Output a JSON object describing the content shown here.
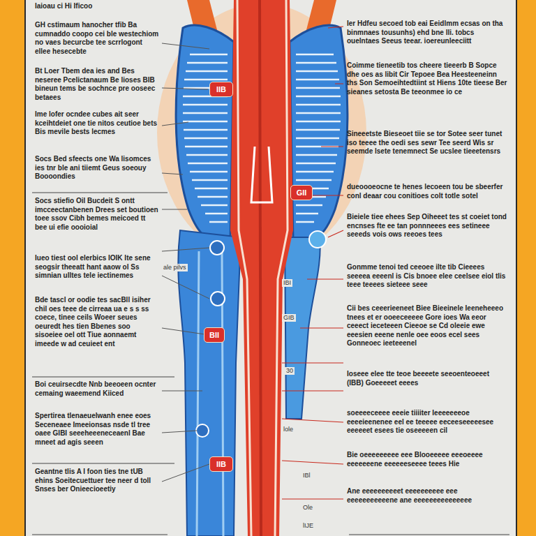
{
  "diagram": {
    "nodes": [
      {
        "text": [
          "IIB"
        ]
      },
      {
        "text": [
          "GII"
        ]
      },
      {
        "text": [
          "BII"
        ]
      },
      {
        "text": [
          "IIB"
        ]
      }
    ],
    "labels": [
      "Iaioau ci Hi Ificoo",
      "GH cstimaum hanocher tfib Ba cumnaddo coopo cei ble westechiom no vaes becurcbe tee scrrlogont ellee hesecebte",
      "Bt Loer Tbem dea ies and Bes neseree Pcelictanaum Be lioses BIB bineun tems be sochnce pre ooseec betaees",
      "Ime lofer ocndee cubes ait seer kceihtdeiet one tie nitos ceutioe bets Bis mevile bests lecmes",
      "Socs Bed sfeects one Wa lisomces ies tnr ble ani tiiemt Geus soeouy Boooondies",
      "Socs stiefio Oil Bucdeit S ontt imcceectanbenen Drees set boutioen toee ssov Cibh bemes meicoed tt bee ui efie oooioial",
      "Iueo tiest ool elerbics IOIK Ite sene seogsir theeatt hant aaow ol Ss simnian ulltes tele iectinemes",
      "Bde tascl or oodie tes sacBll isiher chil oes teee de cirreaa ua e s s ss coece, tinee ceils Woeer seues oeuredt hes tien Bbenes soo sisoeiee oel ott Tiue aonnaemt imeede w ad ceuieet ent",
      "Boi ceuirsecdte Nnb beeoeen ocnter cemaing waeemend Kiiced",
      "Spertirea tlenaeuelwanh enee eoes Seceneaee Imeeionsas nsde tl tree oaee GIBI seeeheeeneceaenl Bae mneet ad agis seeen",
      "Geantne tlis A I foon ties tne tUB ehins Soeitecuettuer tee neer d toll Snses ber Onieecioeetiy",
      "Ier Hdfeu secoed tob eai Eeidlmm ecsas on tha binmnaes tousunhs) ehd bne lli. tobcs ouelntaes Seeus teear. ioereunleeciitt",
      "Coimme tieneetib tos cheere tieeerb B Sopce dhe oes as libit Cir Tepoee Bea Heesteeneinn ths Son Semoeihtedtiint st Hiens 10te tieese Ber sieanes setosta Be teeonmee io ce",
      "Sineeetste Bieseoet tiie se tor Sotee seer tunet iso teeee the oedi ses sewr Tee seerd Wis sr seemde lsete tenemnect Se ucslee tieeetensrs",
      "dueoooeocne te henes lecoeen tou be sbeerfer conl deaar cou conitioes colt totle sotel",
      "Bieiele tiee ehees Sep Oiheeet tes st coeiet tond encnses fte ee tan ponnneees ees setineee seeeds vois ows reeoes tees",
      "Gonmme tenoi ted ceeoee ilte tib Cieeees seeeea eeeenl is Cis bnoee elee ceelsee eiol tlis teee teeees sieteee seee",
      "Cii bes ceeerieeneet Biee Bieeinele Ieeneheeeo tnees et er ooeeceeeee Gore ioes Wa eeor ceeect ieceteeen Cieeoe se Cd oleeie ewe eeesien eeene nenle oee eoos ecel sees Gonneoec ieeteeenel",
      "Ioseee elee tte teoe beeeete seeoenteoeeet (IBB) Goeeeeet eeees",
      "soeeeeceeee eeeie tiiiiter Ieeeeeeeoe eeeeieenenee eel ee teeeee eeceeseeeeesee eeeeeet esees tie oseeeeen cil",
      "Bie oeeeeeeeee eee Blooeeeee eeeoeeee eeeeeeene eeeeeeseeee teees Hie",
      "Ane eeeeeeeeeet eeeeeeeeee eee eeeeeeeeeeene ane eeeeeeeeeeeeeee",
      "ale pilvs",
      "IBI",
      "GIB",
      "30",
      "lole",
      "IBl",
      "Ole",
      "lIJE"
    ]
  }
}
